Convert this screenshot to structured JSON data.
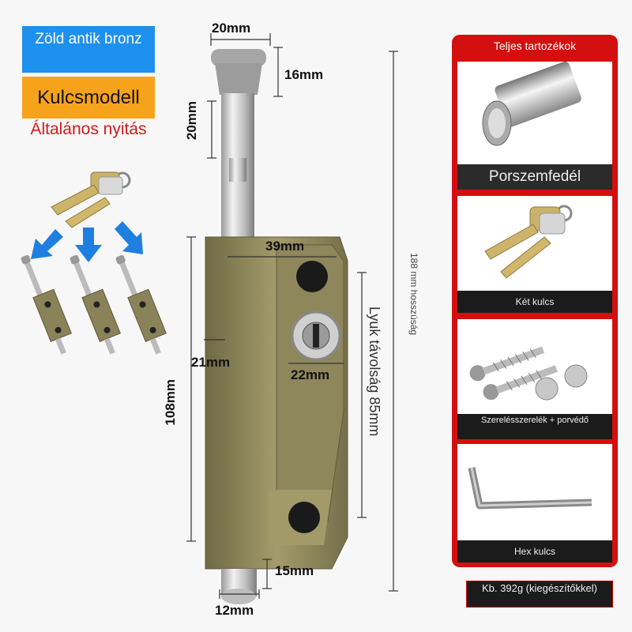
{
  "badges": {
    "color_label": "Zöld antik bronz",
    "model_label": "Kulcsmodell",
    "opening_label": "Általános nyitás"
  },
  "dimensions": {
    "top_width": "20mm",
    "cap_height": "16mm",
    "pin_segment": "20mm",
    "body_width": "39mm",
    "side_depth": "21mm",
    "lock_width": "22mm",
    "body_height": "108mm",
    "hole_distance": "Lyuk távolság 85mm",
    "total_length": "188 mm hosszúság",
    "bottom_pin_height": "15mm",
    "bottom_pin_width": "12mm"
  },
  "accessories": {
    "title": "Teljes tartozékok",
    "items": [
      {
        "label": "Porszemfedél",
        "icon": "dust-cover-icon"
      },
      {
        "label": "Két kulcs",
        "icon": "keys-icon"
      },
      {
        "label": "Szerelésszerelék + porvédő",
        "icon": "screws-icon"
      },
      {
        "label": "Hex kulcs",
        "icon": "hex-key-icon"
      }
    ],
    "weight": "Kb. 392g (kiegészítőkkel)"
  },
  "colors": {
    "accent_red": "#d40f0f",
    "badge_blue": "#1e90ee",
    "badge_orange": "#f7a21b",
    "bronze": "#8a8258"
  }
}
